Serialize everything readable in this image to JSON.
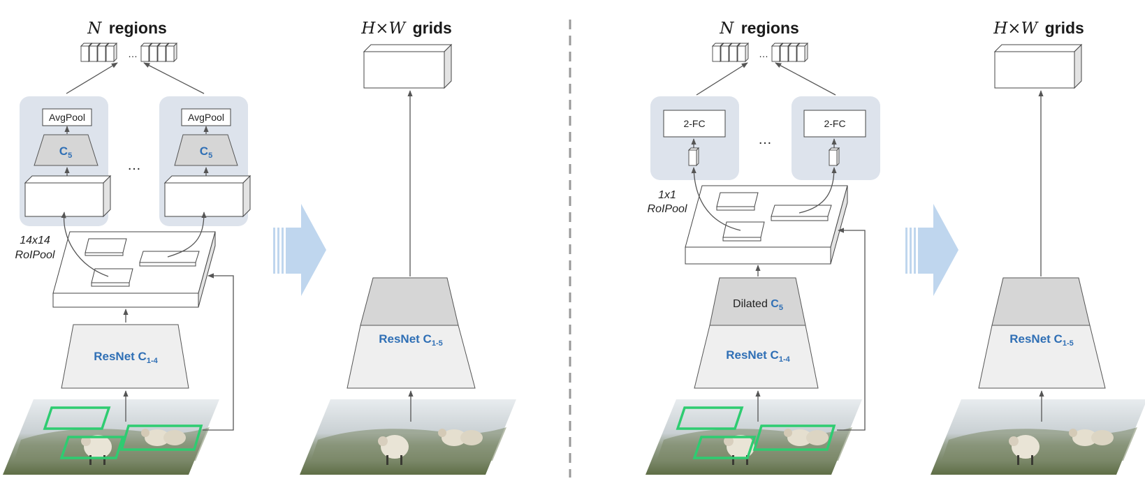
{
  "panels": {
    "region_c4": {
      "heading_n": "N",
      "heading_word": "regions",
      "avgpool_label": "AvgPool",
      "stage_symbol": "C",
      "stage_subscript": "5",
      "ellipsis": "…",
      "roi_size": "14x14",
      "roi_word": "RoIPool",
      "backbone_word": "ResNet C",
      "backbone_subscript": "1-4"
    },
    "grid_c4": {
      "heading_hw": "H×W",
      "heading_word": "grids",
      "backbone_word": "ResNet C",
      "backbone_subscript": "1-5"
    },
    "region_c5": {
      "heading_n": "N",
      "heading_word": "regions",
      "fc_label": "2-FC",
      "ellipsis": "…",
      "roi_size": "1x1",
      "roi_word": "RoIPool",
      "dilated_word": "Dilated ",
      "dilated_symbol": "C",
      "dilated_subscript": "5",
      "backbone_word": "ResNet C",
      "backbone_subscript": "1-4"
    },
    "grid_c5": {
      "heading_hw": "H×W",
      "heading_word": "grids",
      "backbone_word": "ResNet C",
      "backbone_subscript": "1-5"
    }
  },
  "colors": {
    "accent_blue": "#2f6fb5",
    "panel_bg": "#dde3ec",
    "arrow_blue": "#bfd6ee",
    "roi_green": "#2ecc71",
    "trapezoid_fill": "#efefef",
    "trapezoid_dark": "#d6d6d6"
  }
}
